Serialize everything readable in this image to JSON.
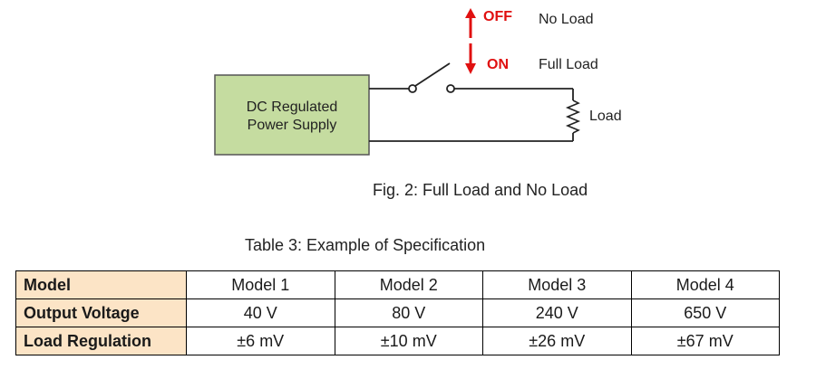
{
  "figure": {
    "switch_off_label": "OFF",
    "switch_on_label": "ON",
    "no_load_label": "No Load",
    "full_load_label": "Full Load",
    "supply_label_line1": "DC Regulated",
    "supply_label_line2": "Power Supply",
    "load_label": "Load",
    "caption": "Fig. 2: Full Load and No Load",
    "colors": {
      "supply_fill": "#c5dca0",
      "arrow_red": "#e01010"
    }
  },
  "table": {
    "caption": "Table 3: Example of Specification",
    "header_label": "Model",
    "models": [
      "Model 1",
      "Model 2",
      "Model 3",
      "Model 4"
    ],
    "rows": [
      {
        "label": "Output Voltage",
        "values": [
          "40 V",
          "80 V",
          "240 V",
          "650 V"
        ]
      },
      {
        "label": "Load Regulation",
        "values": [
          "±6 mV",
          "±10 mV",
          "±26 mV",
          "±67 mV"
        ]
      }
    ],
    "colors": {
      "row_header_fill": "#fce4c6"
    }
  }
}
